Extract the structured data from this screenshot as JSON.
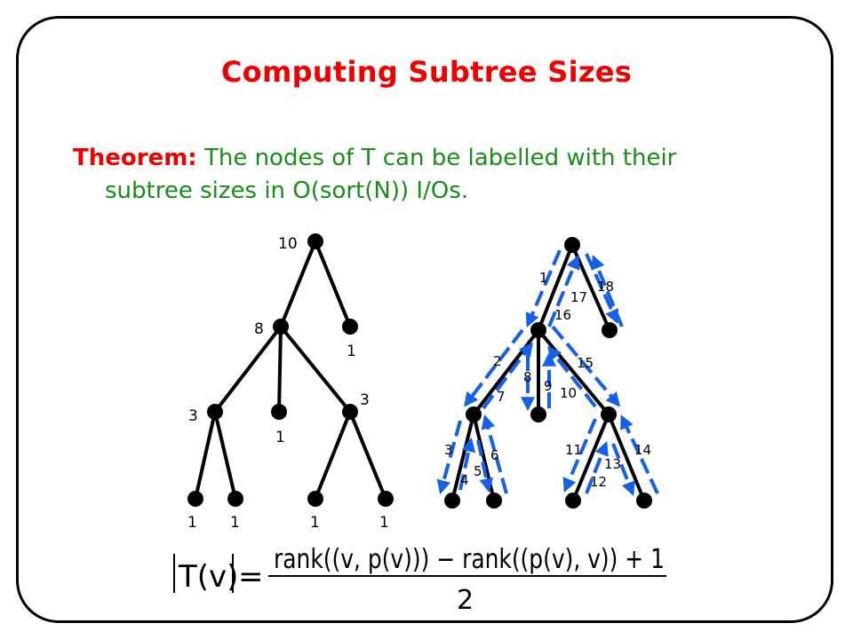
{
  "title": "Computing Subtree Sizes",
  "theorem": {
    "label": "Theorem:",
    "line1": " The nodes of T can be labelled with their",
    "line2": "subtree sizes in O(sort(N)) I/Os."
  },
  "left_tree_labels": [
    "10",
    "8",
    "1",
    "3",
    "1",
    "3",
    "1",
    "1",
    "1",
    "1"
  ],
  "right_tree_edge_labels": [
    "1",
    "17",
    "18",
    "16",
    "2",
    "15",
    "8",
    "9",
    "10",
    "7",
    "3",
    "6",
    "5",
    "4",
    "11",
    "14",
    "13",
    "12"
  ],
  "formula": {
    "lhs": "T(v)",
    "equals": "=",
    "numerator": "rank((v, p(v))) − rank((p(v), v)) + 1",
    "denominator": "2"
  },
  "colors": {
    "title": "#ee0000",
    "theorem_text": "#1a8c1a",
    "arrows": "#1560e6"
  }
}
